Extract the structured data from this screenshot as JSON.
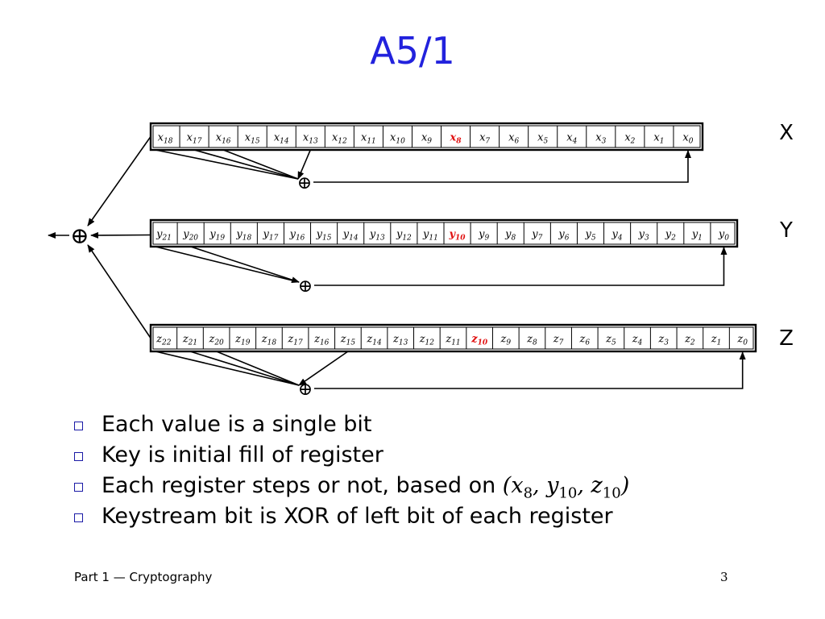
{
  "title": "A5/1",
  "colors": {
    "title": "#2222dd",
    "highlight": "#e01010",
    "line": "#000000",
    "bullet": "#1a1aa6"
  },
  "xor_symbol": "⊕",
  "registers": [
    {
      "name": "X",
      "var": "x",
      "cells": [
        "18",
        "17",
        "16",
        "15",
        "14",
        "13",
        "12",
        "11",
        "10",
        "9",
        "8",
        "7",
        "6",
        "5",
        "4",
        "3",
        "2",
        "1",
        "0"
      ],
      "highlight": "8"
    },
    {
      "name": "Y",
      "var": "y",
      "cells": [
        "21",
        "20",
        "19",
        "18",
        "17",
        "16",
        "15",
        "14",
        "13",
        "12",
        "11",
        "10",
        "9",
        "8",
        "7",
        "6",
        "5",
        "4",
        "3",
        "2",
        "1",
        "0"
      ],
      "highlight": "10"
    },
    {
      "name": "Z",
      "var": "z",
      "cells": [
        "22",
        "21",
        "20",
        "19",
        "18",
        "17",
        "16",
        "15",
        "14",
        "13",
        "12",
        "11",
        "10",
        "9",
        "8",
        "7",
        "6",
        "5",
        "4",
        "3",
        "2",
        "1",
        "0"
      ],
      "highlight": "10"
    }
  ],
  "bullets": [
    {
      "text": "Each value is a single bit"
    },
    {
      "text": "Key is initial fill of register"
    },
    {
      "text": "Each register steps or not, based on ",
      "math": {
        "open": "(",
        "a": "x",
        "a_sub": "8",
        "sep1": ", ",
        "b": "y",
        "b_sub": "10",
        "sep2": ", ",
        "c": "z",
        "c_sub": "10",
        "close": ")"
      }
    },
    {
      "text": "Keystream bit is XOR of left bit of each register"
    }
  ],
  "footer": {
    "part": "Part 1",
    "dash": " — ",
    "topic": "Cryptography",
    "page": "3"
  }
}
